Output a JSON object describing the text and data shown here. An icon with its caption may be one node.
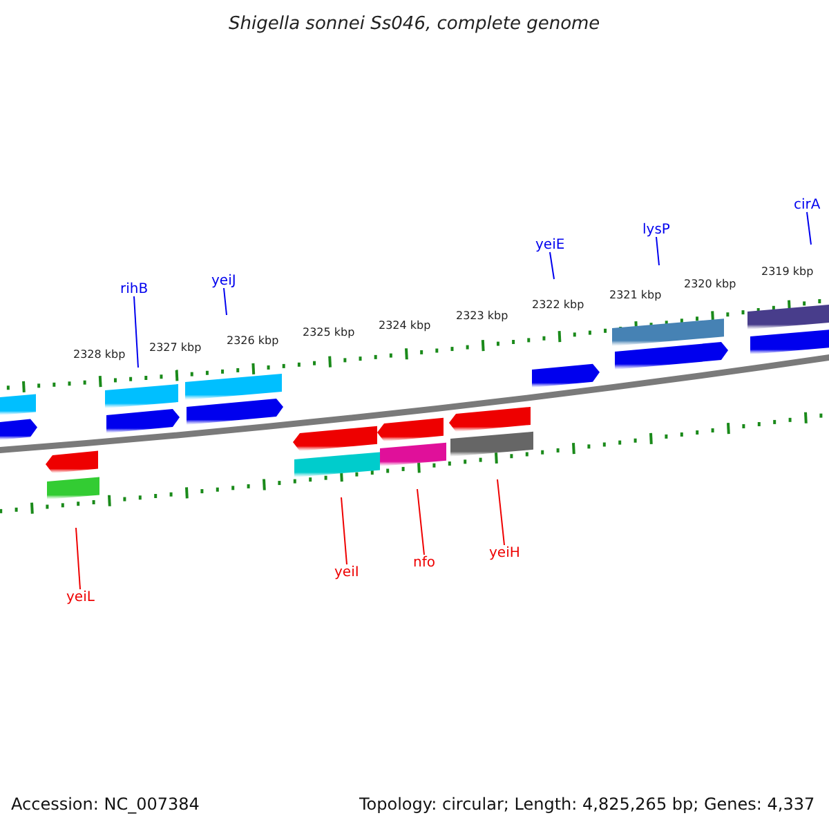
{
  "diagram": {
    "title": "Shigella sonnei Ss046, complete genome",
    "nodes": [
      {
        "text": [
          "rihB"
        ]
      },
      {
        "text": [
          "yeiJ"
        ]
      },
      {
        "text": [
          "yeiE"
        ]
      },
      {
        "text": [
          "lysP"
        ]
      },
      {
        "text": [
          "cirA"
        ]
      },
      {
        "text": [
          "yeiL"
        ]
      },
      {
        "text": [
          "yeiI"
        ]
      },
      {
        "text": [
          "nfo"
        ]
      },
      {
        "text": [
          "yeiH"
        ]
      }
    ],
    "edges": [
      {
        "from": 0,
        "to": null,
        "arrow": "none"
      },
      {
        "from": 1,
        "to": null,
        "arrow": "none"
      },
      {
        "from": 2,
        "to": null,
        "arrow": "none"
      },
      {
        "from": 3,
        "to": null,
        "arrow": "none"
      },
      {
        "from": 4,
        "to": null,
        "arrow": "none"
      },
      {
        "from": 5,
        "to": null,
        "arrow": "none",
        "color": "#ee0000"
      },
      {
        "from": 6,
        "to": null,
        "arrow": "none",
        "color": "#ee0000"
      },
      {
        "from": 7,
        "to": null,
        "arrow": "none",
        "color": "#ee0000"
      },
      {
        "from": 8,
        "to": null,
        "arrow": "none",
        "color": "#ee0000"
      }
    ],
    "labels": [
      "2328 kbp",
      "2327 kbp",
      "2326 kbp",
      "2325 kbp",
      "2324 kbp",
      "2323 kbp",
      "2322 kbp",
      "2321 kbp",
      "2320 kbp",
      "2319 kbp",
      "Accession: NC_007384",
      "Topology: circular; Length: 4,825,265 bp; Genes: 4,337"
    ]
  }
}
